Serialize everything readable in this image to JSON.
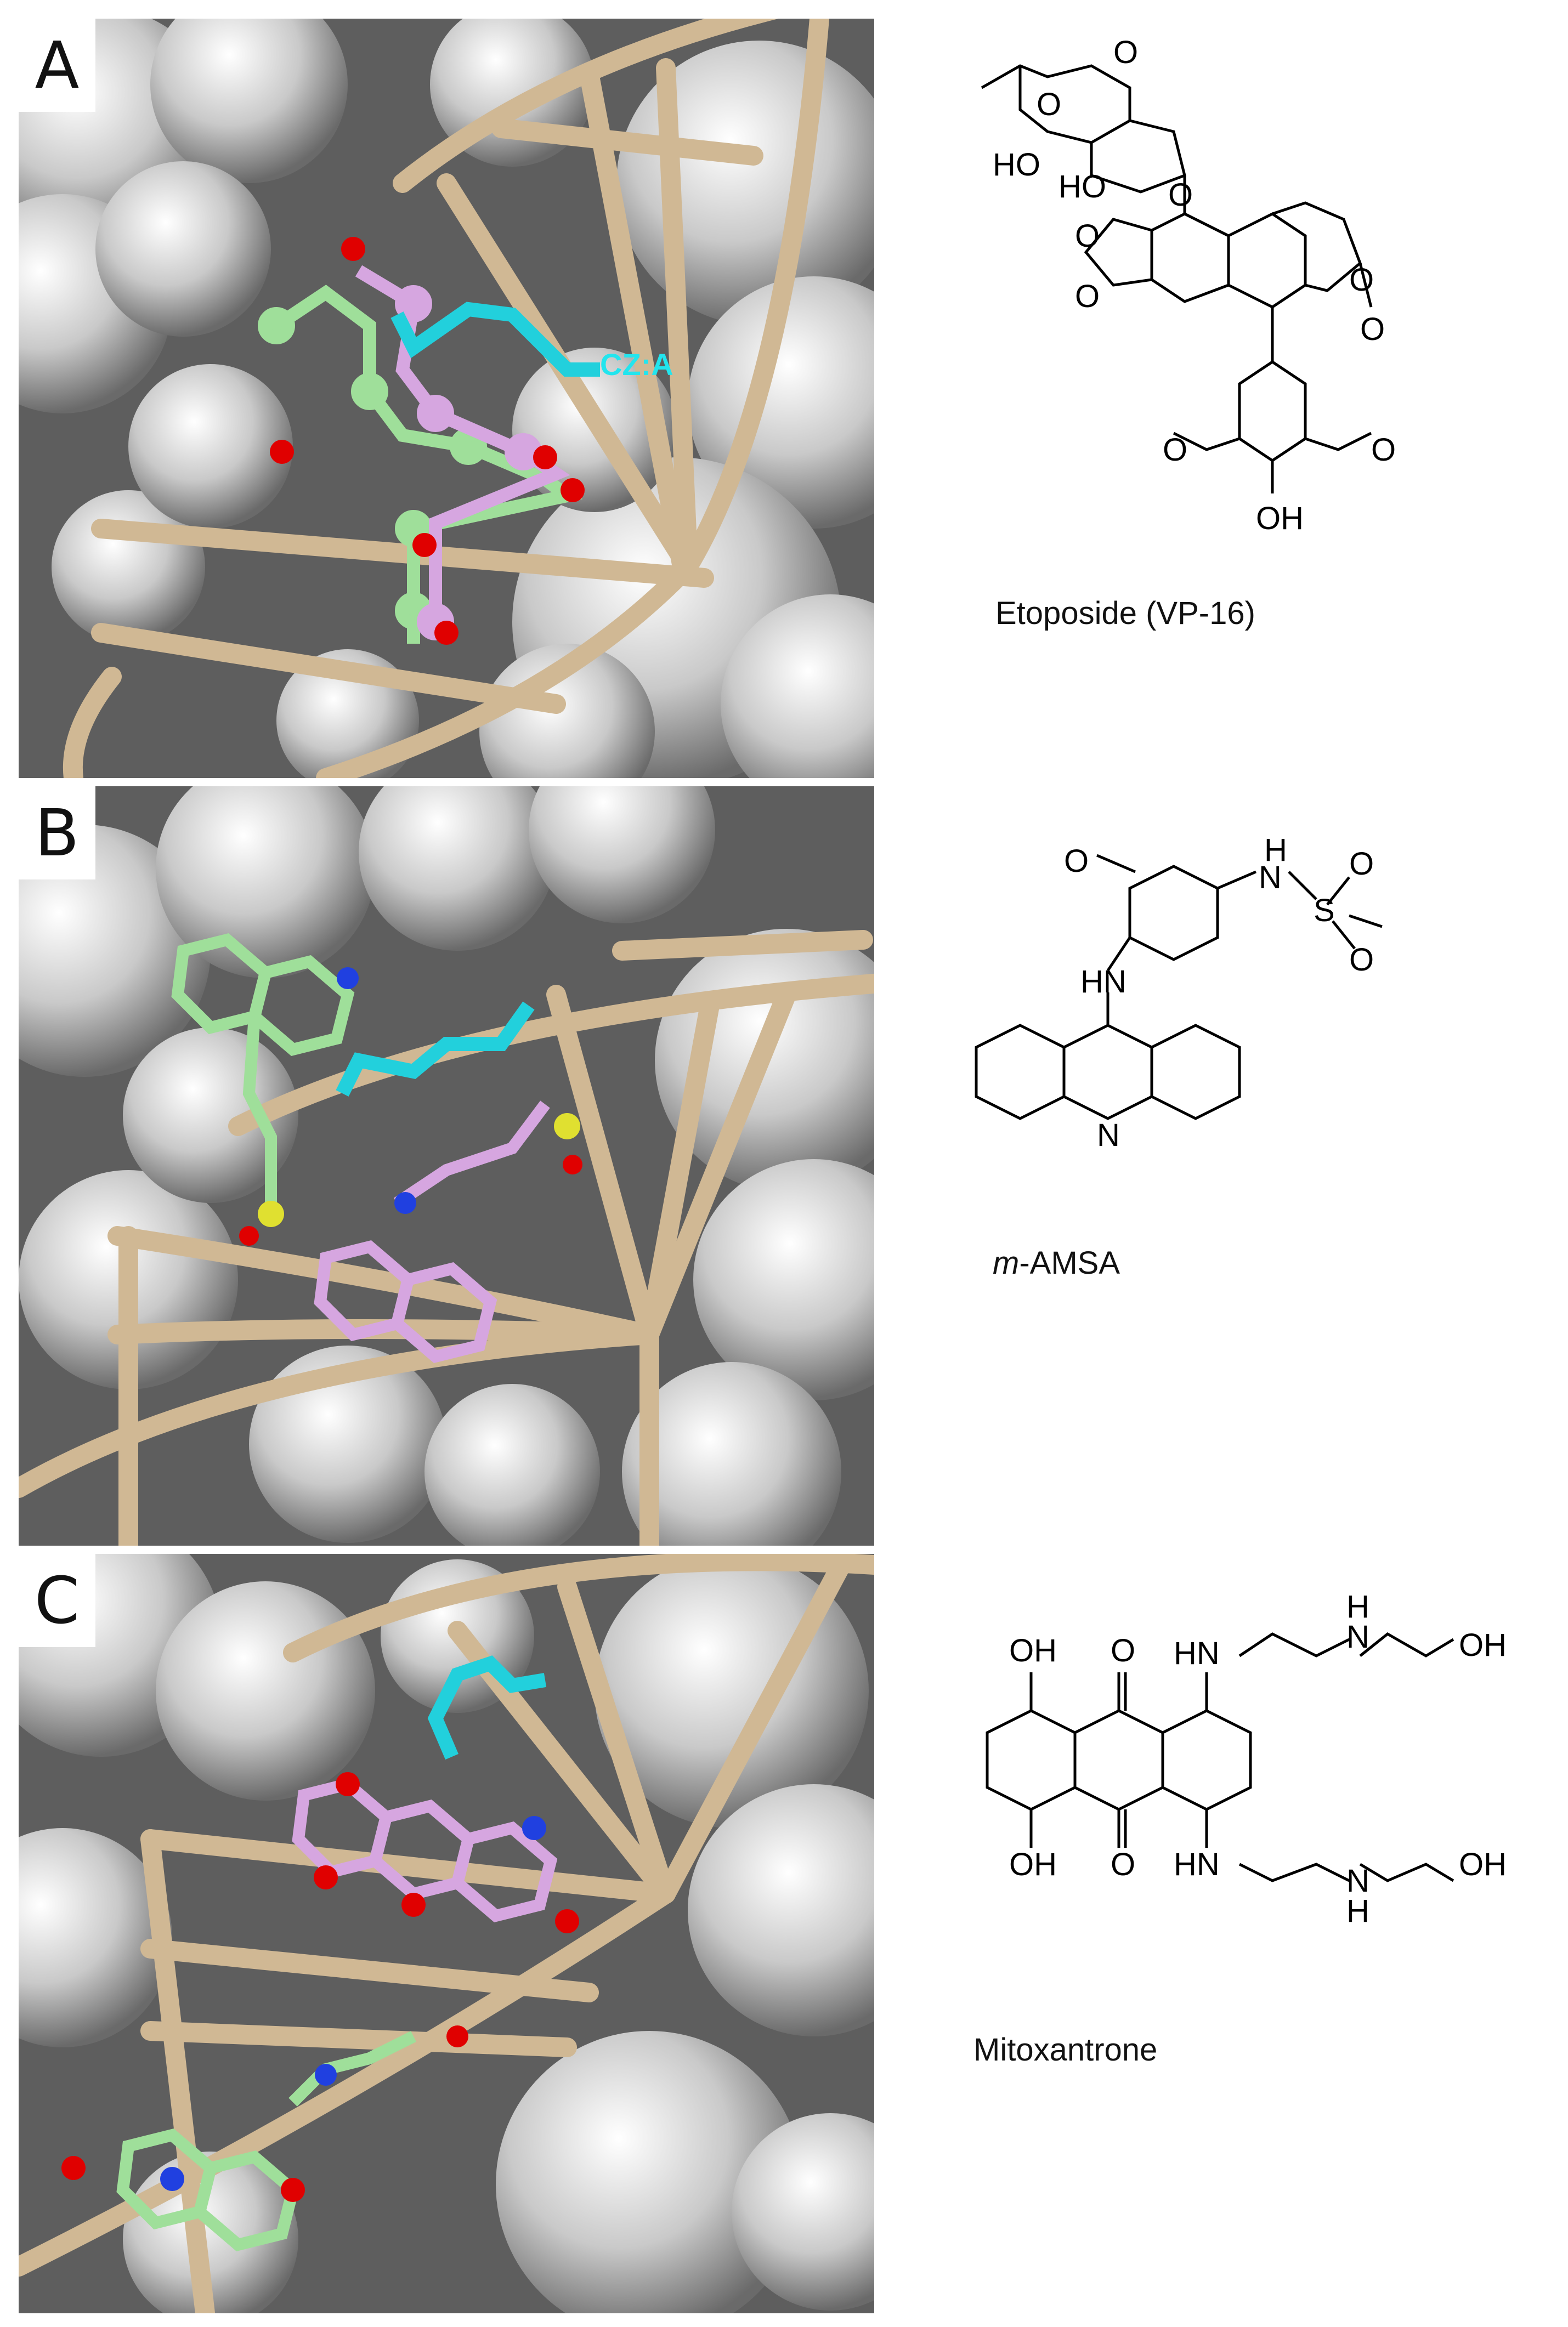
{
  "panels": [
    {
      "letter": "A",
      "residue_label": "CZ:A",
      "drug_name": "Etoposide (VP-16)",
      "atoms": {
        "ring_o1": "O",
        "ring_o2": "O",
        "ho1": "HO",
        "ho2": "HO",
        "glyco_o": "O",
        "diox_o1": "O",
        "diox_o2": "O",
        "lact_o": "O",
        "carb_o": "O",
        "meo_left": "O",
        "meo_right": "O",
        "oh": "OH"
      }
    },
    {
      "letter": "B",
      "drug_name_italic": "m",
      "drug_name_rest": "-AMSA",
      "atoms": {
        "meo": "O",
        "nh_h": "H",
        "nh_n": "N",
        "s": "S",
        "so_top": "O",
        "so_bottom": "O",
        "hn": "HN",
        "acr_n": "N"
      }
    },
    {
      "letter": "C",
      "drug_name": "Mitoxantrone",
      "atoms": {
        "oh_top": "OH",
        "o_top": "O",
        "hn_top": "HN",
        "h_top": "H",
        "n_top": "N",
        "oh_top_right": "OH",
        "oh_bottom": "OH",
        "o_bottom": "O",
        "hn_bottom": "HN",
        "n_bottom": "N",
        "h_bottom": "H",
        "oh_bottom_right": "OH"
      }
    }
  ],
  "colors": {
    "dna_tube": "#d0b894",
    "protein_surface": "#b9b9b9",
    "ligand_pose_1": "#9fdf9a",
    "ligand_pose_2": "#d6a6e0",
    "arginine_residue": "#22d0dc",
    "oxygen": "#e00000",
    "nitrogen": "#2040e0",
    "sulfur": "#e0e030"
  }
}
